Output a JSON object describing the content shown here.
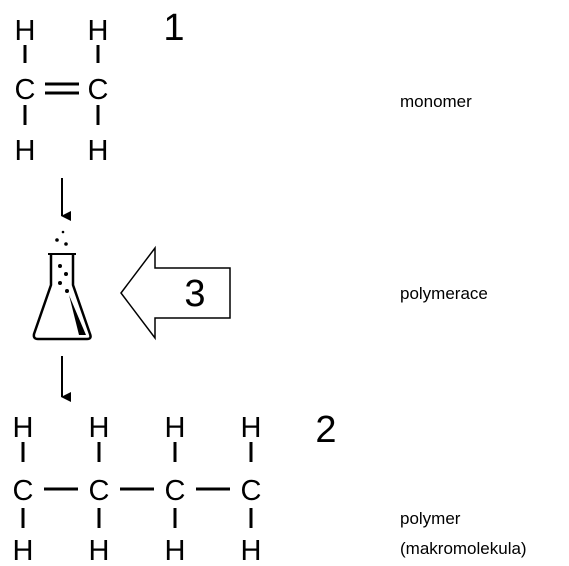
{
  "labels": {
    "num1": "1",
    "num2": "2",
    "num3": "3",
    "monomer": "monomer",
    "polymerization": "polymerace",
    "polymer_line1": "polymer",
    "polymer_line2": "(makromolekula)"
  },
  "atoms": {
    "hydrogen": "H",
    "carbon": "C"
  }
}
